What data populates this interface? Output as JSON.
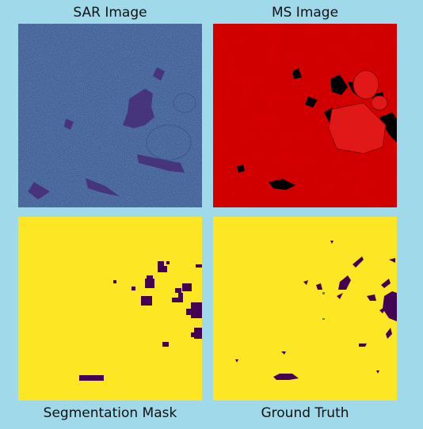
{
  "titles": {
    "sar": "SAR Image",
    "ms": "MS Image",
    "segmentation": "Segmentation Mask",
    "ground_truth": "Ground Truth"
  },
  "colors": {
    "background": "#9fd9ea",
    "sar_base": "#3d5a92",
    "sar_dark": "#452a7a",
    "ms_base": "#d40000",
    "ms_dark": "#000000",
    "mask_fg": "#fde725",
    "mask_bg": "#440154"
  }
}
